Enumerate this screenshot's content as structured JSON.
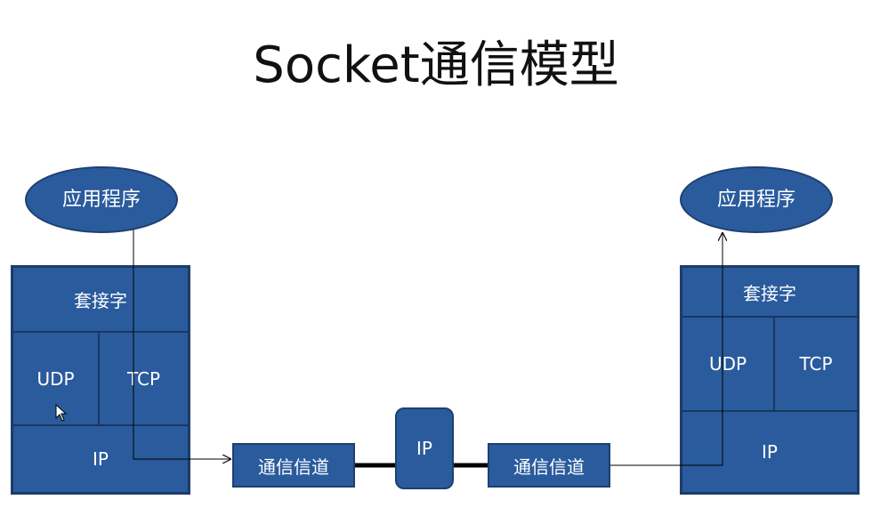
{
  "title": "Socket通信模型",
  "left": {
    "app": "应用程序",
    "socket": "套接字",
    "udp": "UDP",
    "tcp": "TCP",
    "ip": "IP"
  },
  "right": {
    "app": "应用程序",
    "socket": "套接字",
    "udp": "UDP",
    "tcp": "TCP",
    "ip": "IP"
  },
  "channel_left": "通信信道",
  "channel_right": "通信信道",
  "middle_ip": "IP",
  "colors": {
    "fill": "#2a5b9d",
    "border": "#1f3f6f",
    "text": "#ffffff",
    "link": "#000000"
  }
}
